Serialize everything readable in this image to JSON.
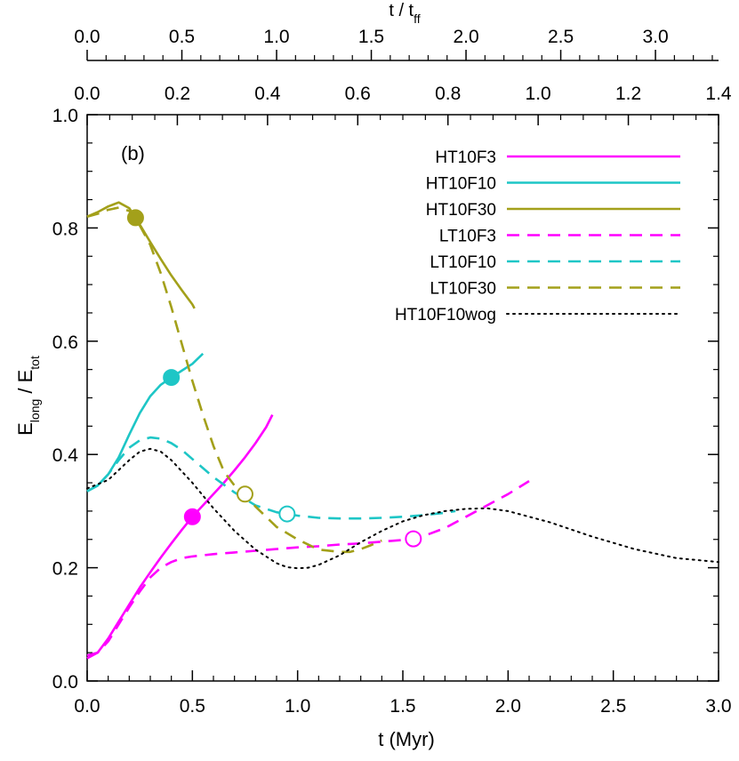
{
  "chart_data": {
    "type": "line",
    "panel_label": "(b)",
    "xlabel": "t (Myr)",
    "ylabel": {
      "base": "E",
      "sub": "long",
      "sep": " / E",
      "sub2": "tot"
    },
    "top_axis_label": {
      "base": "t / t",
      "sub": "ff"
    },
    "xlim": [
      0,
      3.0
    ],
    "ylim": [
      0,
      1.0
    ],
    "x_ticks": [
      0,
      0.5,
      1.0,
      1.5,
      2.0,
      2.5,
      3.0
    ],
    "x_tick_labels": [
      "0.0",
      "0.5",
      "1.0",
      "1.5",
      "2.0",
      "2.5",
      "3.0"
    ],
    "y_ticks": [
      0,
      0.2,
      0.4,
      0.6,
      0.8,
      1.0
    ],
    "y_tick_labels": [
      "0.0",
      "0.2",
      "0.4",
      "0.6",
      "0.8",
      "1.0"
    ],
    "inner_top_ticks": [
      0,
      0.2,
      0.4,
      0.6,
      0.8,
      1.0,
      1.2,
      1.4
    ],
    "inner_top_tick_labels": [
      "0.0",
      "0.2",
      "0.4",
      "0.6",
      "0.8",
      "1.0",
      "1.2",
      "1.4"
    ],
    "inner_top_xlim": [
      0,
      1.4
    ],
    "top_ticks": [
      0,
      0.5,
      1.0,
      1.5,
      2.0,
      2.5,
      3.0
    ],
    "top_tick_labels": [
      "0.0",
      "0.5",
      "1.0",
      "1.5",
      "2.0",
      "2.5",
      "3.0"
    ],
    "top_xlim": [
      0,
      3.333
    ],
    "legend_position": "top-right",
    "series": [
      {
        "name": "HT10F3",
        "color": "#ff00ff",
        "style": "solid",
        "x": [
          0.0,
          0.05,
          0.1,
          0.15,
          0.2,
          0.25,
          0.3,
          0.35,
          0.4,
          0.45,
          0.5,
          0.55,
          0.6,
          0.65,
          0.7,
          0.75,
          0.8,
          0.85,
          0.88
        ],
        "y": [
          0.04,
          0.05,
          0.075,
          0.105,
          0.135,
          0.165,
          0.192,
          0.218,
          0.243,
          0.267,
          0.29,
          0.31,
          0.33,
          0.35,
          0.372,
          0.395,
          0.42,
          0.448,
          0.47
        ],
        "marker": {
          "x": 0.5,
          "y": 0.29,
          "fill": true
        }
      },
      {
        "name": "HT10F10",
        "color": "#1ec6c6",
        "style": "solid",
        "x": [
          0.0,
          0.05,
          0.1,
          0.15,
          0.2,
          0.25,
          0.3,
          0.35,
          0.4,
          0.45,
          0.5,
          0.55
        ],
        "y": [
          0.335,
          0.345,
          0.365,
          0.395,
          0.435,
          0.473,
          0.503,
          0.523,
          0.536,
          0.548,
          0.56,
          0.578
        ],
        "marker": {
          "x": 0.4,
          "y": 0.536,
          "fill": true
        }
      },
      {
        "name": "HT10F30",
        "color": "#a3a01a",
        "style": "solid",
        "x": [
          0.0,
          0.05,
          0.1,
          0.15,
          0.2,
          0.23,
          0.26,
          0.3,
          0.35,
          0.4,
          0.45,
          0.5,
          0.51
        ],
        "y": [
          0.82,
          0.828,
          0.838,
          0.845,
          0.835,
          0.818,
          0.8,
          0.775,
          0.745,
          0.716,
          0.69,
          0.665,
          0.658
        ],
        "marker": {
          "x": 0.23,
          "y": 0.818,
          "fill": true
        }
      },
      {
        "name": "LT10F3",
        "color": "#ff00ff",
        "style": "dashed",
        "x": [
          0.0,
          0.05,
          0.1,
          0.15,
          0.2,
          0.25,
          0.3,
          0.35,
          0.4,
          0.45,
          0.5,
          0.6,
          0.7,
          0.8,
          0.9,
          1.0,
          1.1,
          1.2,
          1.3,
          1.4,
          1.5,
          1.55,
          1.6,
          1.7,
          1.8,
          1.9,
          2.0,
          2.1
        ],
        "y": [
          0.045,
          0.05,
          0.07,
          0.1,
          0.13,
          0.158,
          0.183,
          0.2,
          0.21,
          0.217,
          0.22,
          0.224,
          0.227,
          0.23,
          0.233,
          0.236,
          0.238,
          0.241,
          0.243,
          0.246,
          0.249,
          0.251,
          0.256,
          0.27,
          0.29,
          0.31,
          0.33,
          0.353
        ],
        "marker": {
          "x": 1.55,
          "y": 0.251,
          "fill": false
        }
      },
      {
        "name": "LT10F10",
        "color": "#1ec6c6",
        "style": "dashed",
        "x": [
          0.0,
          0.05,
          0.1,
          0.15,
          0.2,
          0.25,
          0.3,
          0.35,
          0.4,
          0.45,
          0.5,
          0.55,
          0.6,
          0.7,
          0.8,
          0.9,
          0.95,
          1.0,
          1.1,
          1.2,
          1.3,
          1.4,
          1.5,
          1.6,
          1.7,
          1.75
        ],
        "y": [
          0.335,
          0.345,
          0.365,
          0.39,
          0.412,
          0.425,
          0.43,
          0.428,
          0.42,
          0.408,
          0.392,
          0.376,
          0.36,
          0.333,
          0.31,
          0.298,
          0.295,
          0.292,
          0.288,
          0.287,
          0.287,
          0.288,
          0.29,
          0.293,
          0.297,
          0.3
        ],
        "marker": {
          "x": 0.95,
          "y": 0.295,
          "fill": false
        }
      },
      {
        "name": "LT10F30",
        "color": "#a3a01a",
        "style": "dashed",
        "x": [
          0.0,
          0.05,
          0.1,
          0.15,
          0.2,
          0.23,
          0.3,
          0.35,
          0.4,
          0.45,
          0.5,
          0.55,
          0.6,
          0.65,
          0.7,
          0.75,
          0.8,
          0.9,
          1.0,
          1.1,
          1.2,
          1.25,
          1.3,
          1.35,
          1.4
        ],
        "y": [
          0.82,
          0.825,
          0.832,
          0.836,
          0.83,
          0.818,
          0.77,
          0.72,
          0.66,
          0.595,
          0.53,
          0.47,
          0.415,
          0.37,
          0.345,
          0.33,
          0.308,
          0.272,
          0.25,
          0.232,
          0.228,
          0.228,
          0.233,
          0.24,
          0.248
        ],
        "marker": {
          "x": 0.75,
          "y": 0.33,
          "fill": false
        }
      },
      {
        "name": "HT10F10wog",
        "color": "#000000",
        "style": "dotted",
        "x": [
          0.0,
          0.1,
          0.2,
          0.25,
          0.3,
          0.35,
          0.4,
          0.5,
          0.6,
          0.7,
          0.8,
          0.9,
          0.95,
          1.0,
          1.05,
          1.1,
          1.2,
          1.3,
          1.4,
          1.5,
          1.6,
          1.7,
          1.8,
          1.9,
          2.0,
          2.2,
          2.4,
          2.6,
          2.8,
          3.0
        ],
        "y": [
          0.34,
          0.355,
          0.39,
          0.405,
          0.41,
          0.405,
          0.39,
          0.35,
          0.305,
          0.265,
          0.232,
          0.208,
          0.201,
          0.199,
          0.2,
          0.205,
          0.222,
          0.245,
          0.265,
          0.282,
          0.293,
          0.3,
          0.304,
          0.305,
          0.3,
          0.28,
          0.255,
          0.233,
          0.217,
          0.21
        ]
      }
    ]
  }
}
